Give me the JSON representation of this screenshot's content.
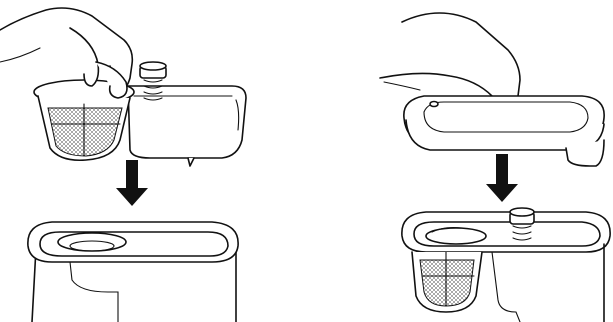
{
  "figure": {
    "panels": [
      {
        "id": "left",
        "arrow_direction": "down"
      },
      {
        "id": "right",
        "arrow_direction": "down"
      }
    ],
    "colors": {
      "line": "#111111",
      "fill": "#ffffff",
      "arrow": "#111111",
      "mesh": "#555555"
    }
  }
}
